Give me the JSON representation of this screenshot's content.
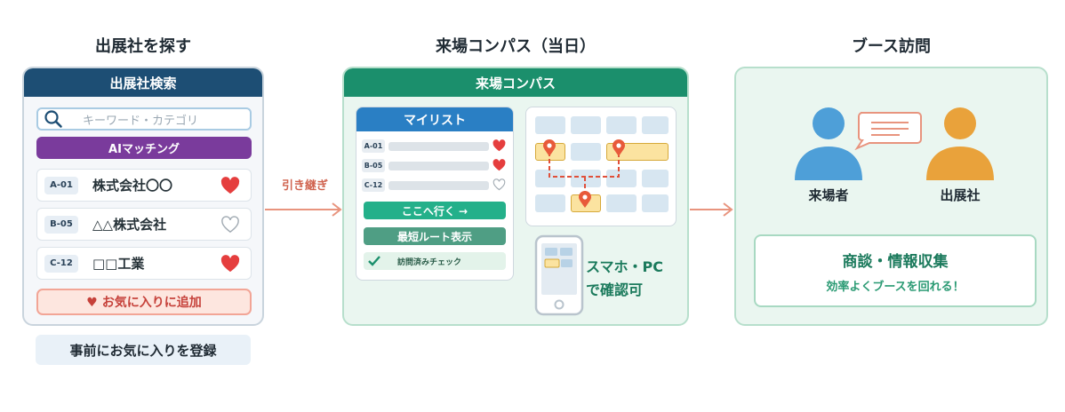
{
  "step1": {
    "title": "出展社を探す",
    "panel_header": "出展社検索",
    "search_placeholder": "キーワード・カテゴリ",
    "ai_button": "AIマッチング",
    "exhibitors": [
      {
        "code": "A-01",
        "name": "株式会社〇〇",
        "favorite": true
      },
      {
        "code": "B-05",
        "name": "△△株式会社",
        "favorite": false
      },
      {
        "code": "C-12",
        "name": "□□工業",
        "favorite": true
      }
    ],
    "add_favorite": "♥ お気に入りに追加",
    "caption": "事前にお気に入りを登録"
  },
  "handoff_label": "引き継ぎ",
  "step2": {
    "title": "来場コンパス（当日）",
    "panel_header": "来場コンパス",
    "mylist": {
      "header": "マイリスト",
      "items": [
        {
          "code": "A-01",
          "favorite": true
        },
        {
          "code": "B-05",
          "favorite": true
        },
        {
          "code": "C-12",
          "favorite": false
        }
      ],
      "go_button": "ここへ行く →",
      "route_button": "最短ルート表示",
      "check_label": "訪問済みチェック"
    },
    "device_line1": "スマホ・PC",
    "device_line2": "で確認可"
  },
  "step3": {
    "title": "ブース訪問",
    "visitor_label": "来場者",
    "exhibitor_label": "出展社",
    "result_title": "商談・情報収集",
    "result_sub": "効率よくブースを回れる！"
  },
  "colors": {
    "navy": "#1d4e74",
    "teal": "#1b8f6c",
    "purple": "#7a3b9c",
    "heart_red": "#e53e3e",
    "arrow": "#e8947e",
    "pin": "#e85a3a",
    "person_blue": "#4e9fd8",
    "person_orange": "#e9a23b"
  },
  "icons": [
    "search-icon",
    "heart-icon",
    "map-pin-icon",
    "check-icon",
    "arrow-right-icon",
    "smartphone-icon",
    "speech-bubble-icon",
    "person-icon"
  ]
}
